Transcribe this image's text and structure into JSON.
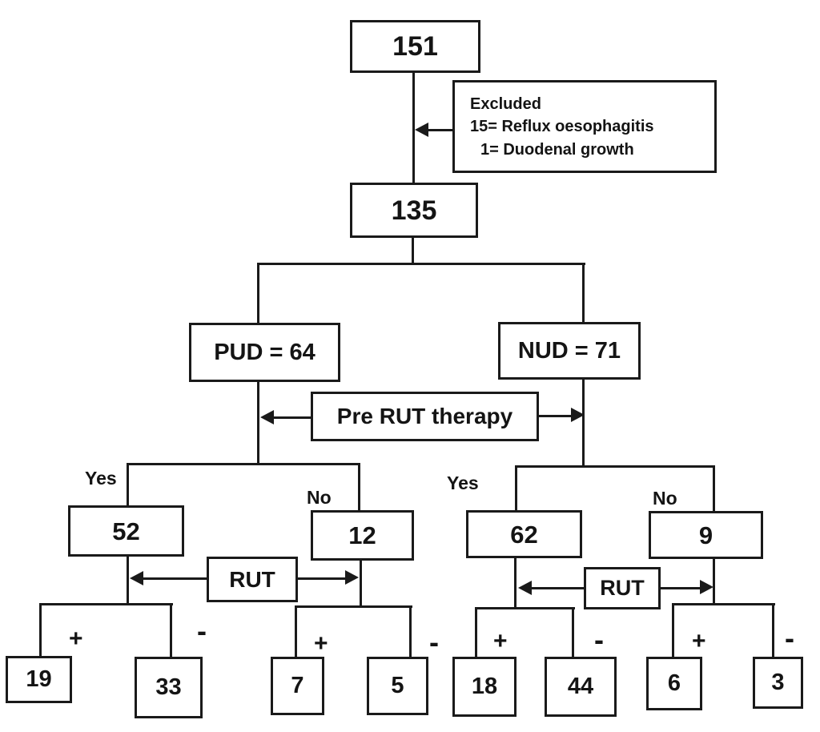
{
  "diagram": {
    "type": "flowchart",
    "nodes": {
      "total": "151",
      "excluded": {
        "title": "Excluded",
        "items": [
          "15= Reflux oesophagitis",
          "1= Duodenal growth"
        ]
      },
      "included": "135",
      "pud": "PUD = 64",
      "nud": "NUD = 71",
      "pre_rut_therapy": "Pre RUT therapy",
      "pud_prior_yes": "52",
      "pud_prior_no": "12",
      "nud_prior_yes": "62",
      "nud_prior_no": "9",
      "rut_left": "RUT",
      "rut_right": "RUT",
      "pud_yes_rut_pos": "19",
      "pud_yes_rut_neg": "33",
      "pud_no_rut_pos": "7",
      "pud_no_rut_neg": "5",
      "nud_yes_rut_pos": "18",
      "nud_yes_rut_neg": "44",
      "nud_no_rut_pos": "6",
      "nud_no_rut_neg": "3"
    },
    "labels": {
      "yes": "Yes",
      "no": "No",
      "positive": "+",
      "negative": "-"
    },
    "colors": {
      "line": "#1a1a1a",
      "text": "#141414",
      "background": "#ffffff"
    }
  }
}
